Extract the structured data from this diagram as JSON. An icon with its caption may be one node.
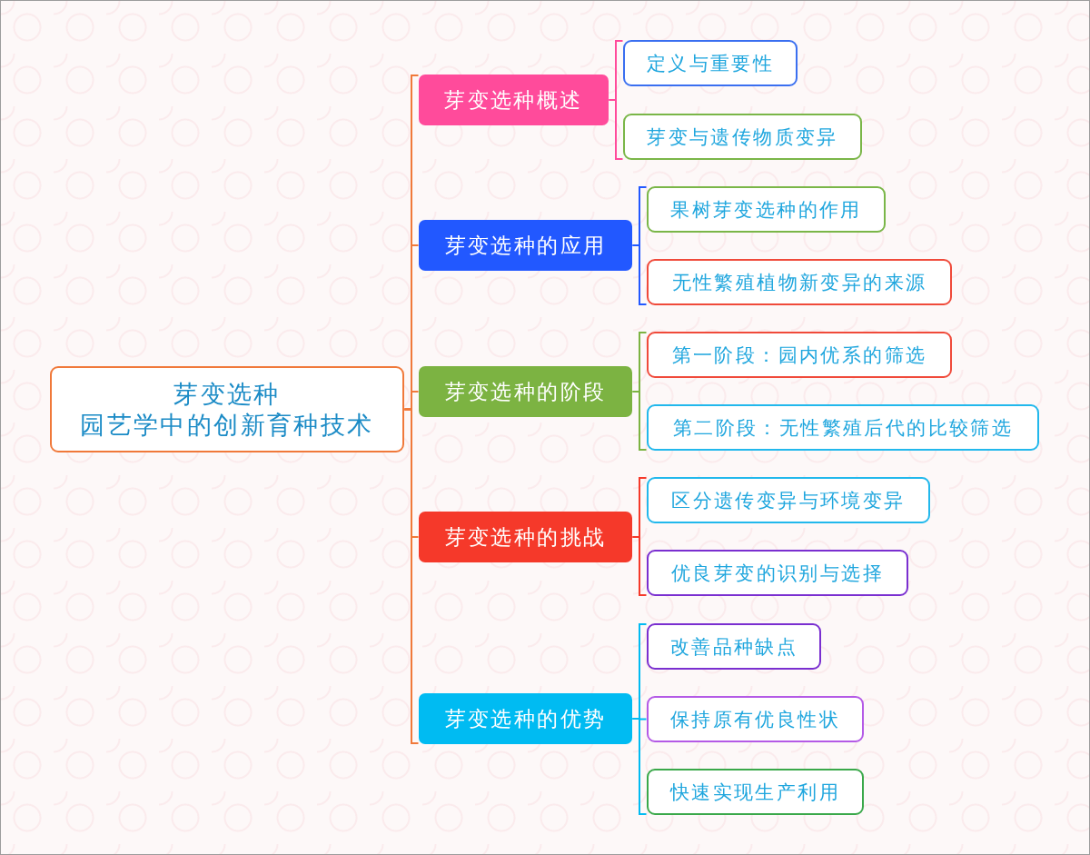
{
  "diagram": {
    "nodes": [
      {
        "text": [
          "芽变选种",
          "园艺学中的创新育种技术"
        ]
      },
      {
        "text": [
          "芽变选种概述"
        ]
      },
      {
        "text": [
          "定义与重要性"
        ]
      },
      {
        "text": [
          "芽变与遗传物质变异"
        ]
      },
      {
        "text": [
          "芽变选种的应用"
        ]
      },
      {
        "text": [
          "果树芽变选种的作用"
        ]
      },
      {
        "text": [
          "无性繁殖植物新变异的来源"
        ]
      },
      {
        "text": [
          "芽变选种的阶段"
        ]
      },
      {
        "text": [
          "第一阶段：园内优系的筛选"
        ]
      },
      {
        "text": [
          "第二阶段：无性繁殖后代的比较筛选"
        ]
      },
      {
        "text": [
          "芽变选种的挑战"
        ]
      },
      {
        "text": [
          "区分遗传变异与环境变异"
        ]
      },
      {
        "text": [
          "优良芽变的识别与选择"
        ]
      },
      {
        "text": [
          "芽变选种的优势"
        ]
      },
      {
        "text": [
          "改善品种缺点"
        ]
      },
      {
        "text": [
          "保持原有优良性状"
        ]
      },
      {
        "text": [
          "快速实现生产利用"
        ]
      }
    ],
    "edges": [
      {
        "from": 0,
        "to": 1,
        "arrow": "none"
      },
      {
        "from": 1,
        "to": 2,
        "arrow": "none",
        "color": "#ff4b9b"
      },
      {
        "from": 1,
        "to": 3,
        "arrow": "none",
        "color": "#ff4b9b"
      },
      {
        "from": 0,
        "to": 4,
        "arrow": "none"
      },
      {
        "from": 4,
        "to": 5,
        "arrow": "none",
        "color": "#2258ff"
      },
      {
        "from": 4,
        "to": 6,
        "arrow": "none",
        "color": "#2258ff"
      },
      {
        "from": 0,
        "to": 7,
        "arrow": "none"
      },
      {
        "from": 7,
        "to": 8,
        "arrow": "none",
        "color": "#7cb342"
      },
      {
        "from": 7,
        "to": 9,
        "arrow": "none",
        "color": "#7cb342"
      },
      {
        "from": 0,
        "to": 10,
        "arrow": "none"
      },
      {
        "from": 10,
        "to": 11,
        "arrow": "none",
        "color": "#f5392a"
      },
      {
        "from": 10,
        "to": 12,
        "arrow": "none",
        "color": "#f5392a"
      },
      {
        "from": 0,
        "to": 13,
        "arrow": "none"
      },
      {
        "from": 13,
        "to": 14,
        "arrow": "none",
        "color": "#00bbf2"
      },
      {
        "from": 13,
        "to": 15,
        "arrow": "none",
        "color": "#00bbf2"
      },
      {
        "from": 13,
        "to": 16,
        "arrow": "none",
        "color": "#00bbf2"
      }
    ]
  }
}
